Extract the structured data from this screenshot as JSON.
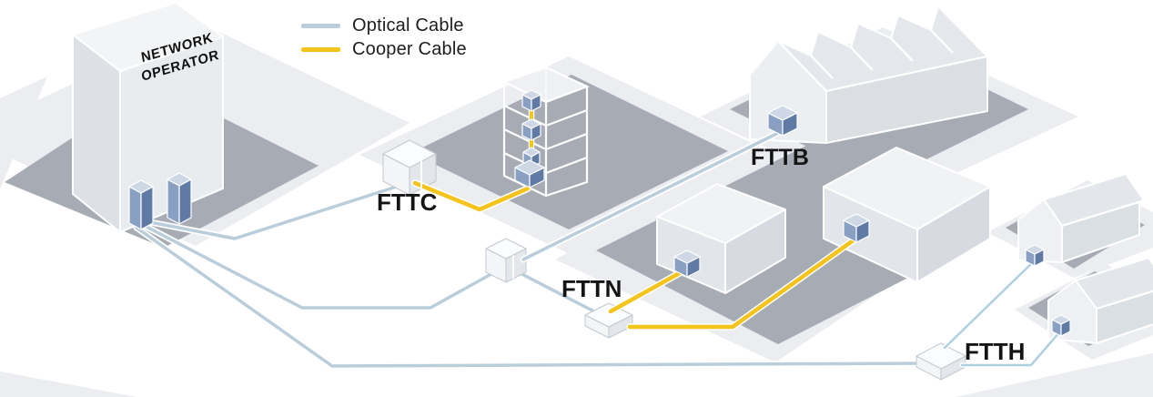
{
  "diagram_labels": {
    "fttc": "FTTC",
    "fttb": "FTTB",
    "fttn": "FTTN",
    "ftth": "FTTH"
  },
  "operator": {
    "line1": "NETWORK",
    "line2": "OPERATOR"
  },
  "legend": {
    "optical": {
      "label": "Optical Cable",
      "color": "#b9cdda"
    },
    "cooper": {
      "label": "Cooper Cable",
      "color": "#f4c31c"
    }
  },
  "colors": {
    "optical_cable": "#b9cdda",
    "optical_drop": "#aed0e0",
    "cooper_cable": "#f4c31c",
    "plaza": "#a7acb4",
    "ground_block": "#ebedf0",
    "device_front": "#8aa0c3",
    "device_side": "#5f7aa4",
    "device_top": "#cdd7e6",
    "cabinet_front": "#f3f5f7",
    "cabinet_side": "#e3e7eb",
    "cabinet_top": "#fbfcfd"
  }
}
